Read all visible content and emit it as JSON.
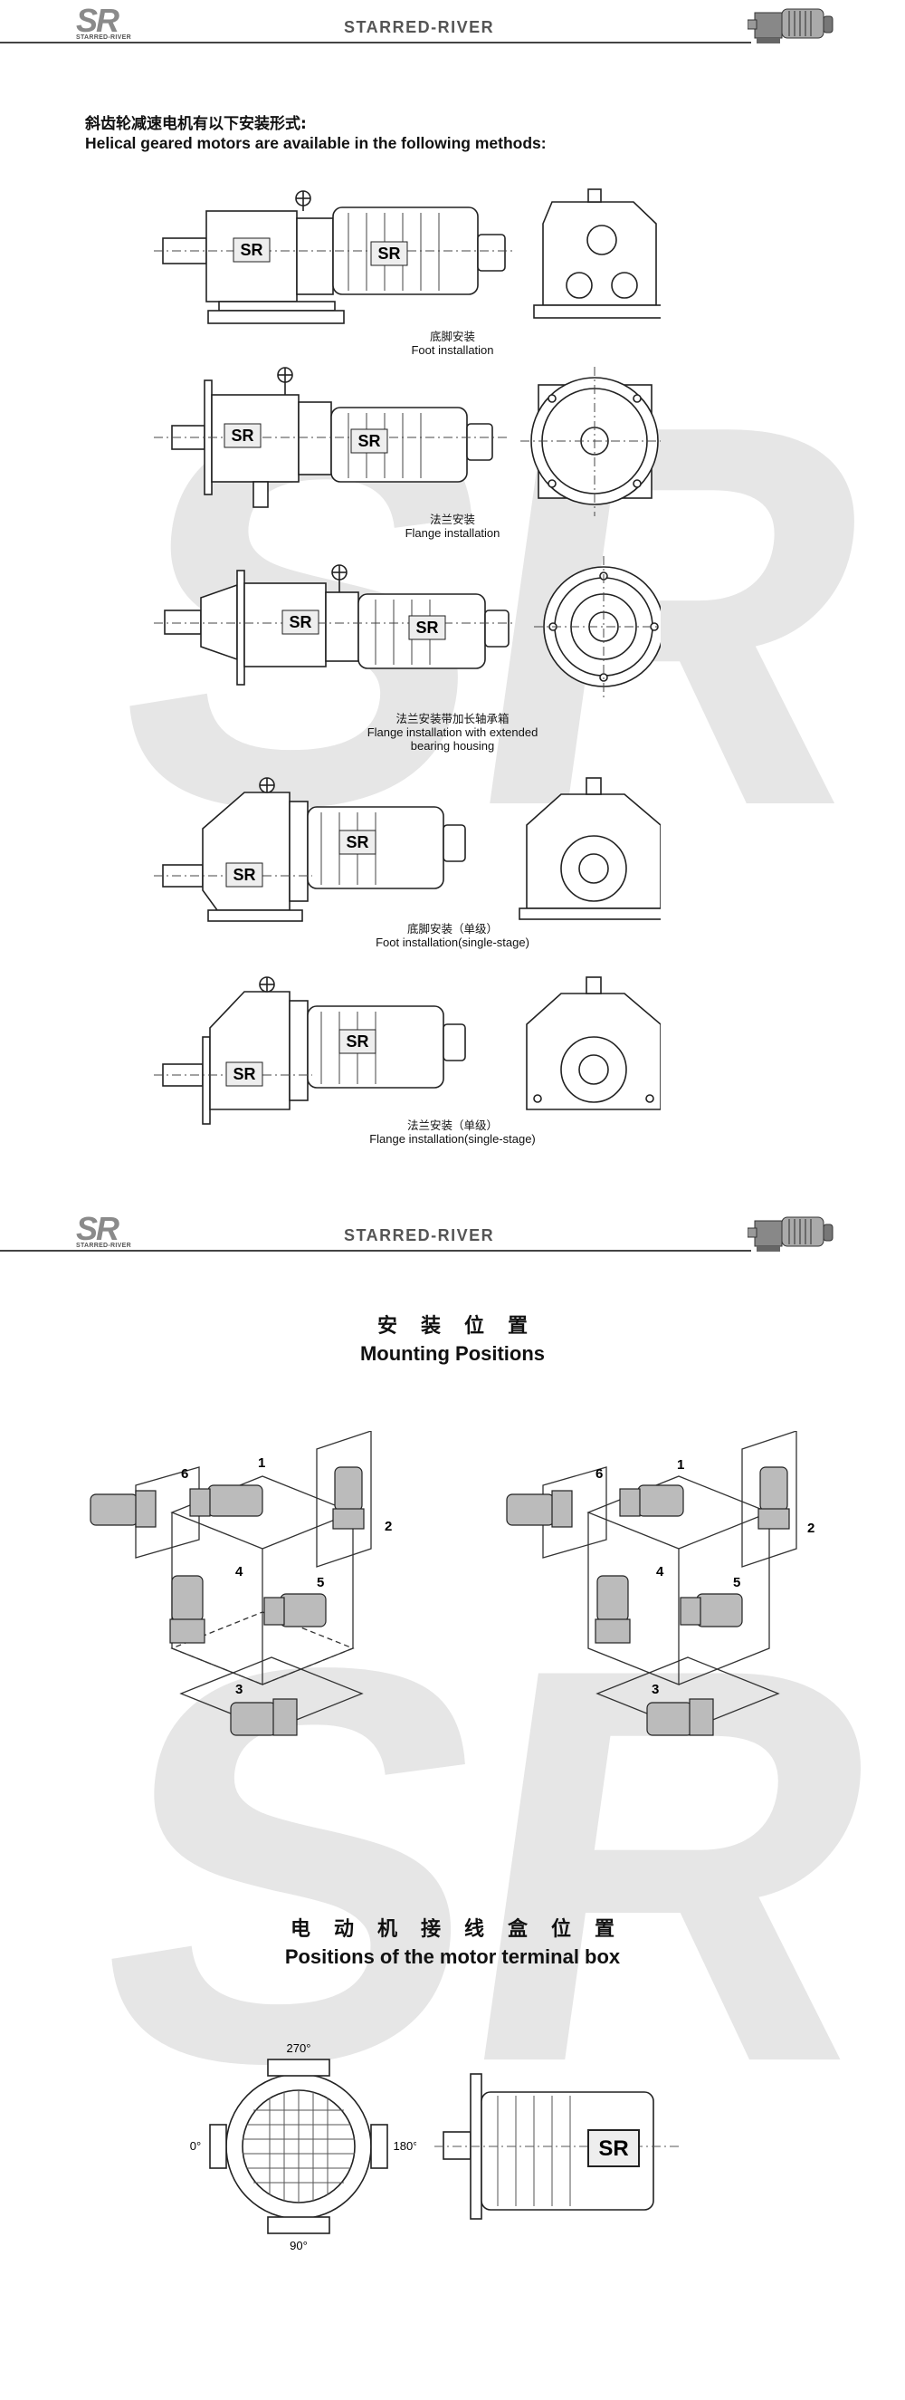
{
  "brand": {
    "logo_mark": "SR",
    "logo_subtext": "STARRED-RIVER",
    "name": "STARRED-RIVER"
  },
  "watermark": "SR",
  "page1": {
    "intro_zh": "斜齿轮减速电机有以下安装形式:",
    "intro_en": "Helical geared motors are available in the following methods:",
    "methods": [
      {
        "zh": "底脚安装",
        "en": "Foot installation",
        "en2": ""
      },
      {
        "zh": "法兰安装",
        "en": "Flange installation",
        "en2": ""
      },
      {
        "zh": "法兰安装带加长轴承箱",
        "en": "Flange installation with extended",
        "en2": "bearing housing"
      },
      {
        "zh": "底脚安装（单级）",
        "en": "Foot installation(single-stage)",
        "en2": ""
      },
      {
        "zh": "法兰安装（单级）",
        "en": "Flange installation(single-stage)",
        "en2": ""
      }
    ],
    "plate_label": "SR"
  },
  "page2": {
    "mounting_title_zh": "安装位置",
    "mounting_title_en": "Mounting Positions",
    "positions": [
      "1",
      "2",
      "3",
      "4",
      "5",
      "6"
    ],
    "terminal_title_zh": "电动机接线盒位置",
    "terminal_title_en": "Positions of the motor terminal box",
    "angles": {
      "top": "270°",
      "left": "0°",
      "right": "180°",
      "bottom": "90°"
    },
    "plate_label": "SR"
  }
}
